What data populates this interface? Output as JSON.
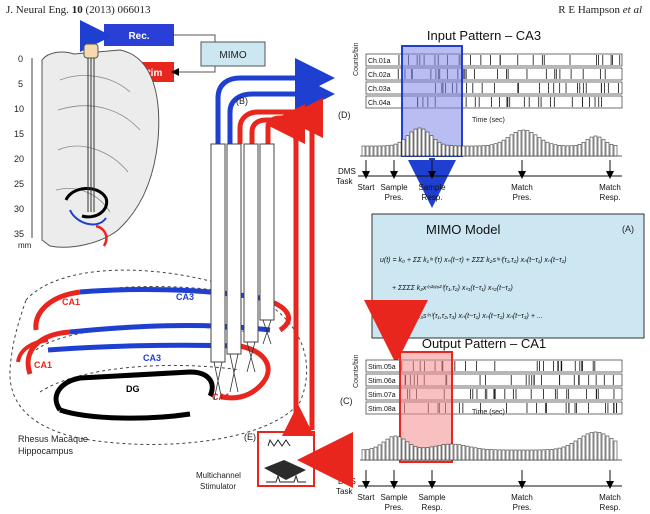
{
  "header": {
    "journal": "J. Neural Eng.",
    "volume": "10",
    "year_article": "(2013) 066013",
    "authors": "R E Hampson",
    "etal": "et al"
  },
  "boxes": {
    "rec": "Rec.",
    "predstim": "Pred/Stim",
    "mimo": "MIMO"
  },
  "atlas": {
    "depth_ticks": [
      "0",
      "5",
      "10",
      "15",
      "20",
      "25",
      "30",
      "35"
    ],
    "unit": "mm"
  },
  "hippocampus": {
    "labels": {
      "ca1_a": "CA1",
      "ca3_a": "CA3",
      "ca1_b": "CA1",
      "ca3_b": "CA3",
      "ca1_c": "CA1",
      "dg": "DG"
    },
    "caption_line1": "Rhesus Macaque",
    "caption_line2": "Hippocampus"
  },
  "panels": {
    "a": "(A)",
    "b": "(B)",
    "c": "(C)",
    "d": "(D)",
    "e": "(E)"
  },
  "input": {
    "title": "Input Pattern – CA3",
    "counts_label": "Counts/bin",
    "channels": [
      "Ch.01a",
      "Ch.02a",
      "Ch.03a",
      "Ch.04a"
    ],
    "time_label": "Time (sec)"
  },
  "output": {
    "title": "Output Pattern – CA1",
    "counts_label": "Counts/bin",
    "channels": [
      "Stim.05a",
      "Stim.06a",
      "Stim.07a",
      "Stim.08a"
    ],
    "time_label": "Time (sec)"
  },
  "task": {
    "label_1": "DMS",
    "label_2": "Task",
    "events": [
      {
        "l1": "Start",
        "l2": ""
      },
      {
        "l1": "Sample",
        "l2": "Pres."
      },
      {
        "l1": "Sample",
        "l2": "Resp."
      },
      {
        "l1": "Match",
        "l2": "Pres."
      },
      {
        "l1": "Match",
        "l2": "Resp."
      }
    ]
  },
  "mimo_model": {
    "title": "MIMO Model",
    "eq_line1": "u(t) = k₀ + ΣΣ k₁⁽ⁿ⁾(τ) xₙ(t−τ) + ΣΣΣ k₂s⁽ⁿ⁾(τ₁,τ₂) xₙ(t−τ₁) xₙ(t−τ₂)",
    "eq_line2": "+ ΣΣΣΣ k₂x⁽ⁿ¹ʷⁿ²⁾(τ₁,τ₂) xₙ₁(t−τ₁) xₙ₂(t−τ₂)",
    "eq_line3": "+ ΣΣΣΣ k₃s⁽ⁿ⁾(τ₁,τ₂,τ₃) xₙ(t−τ₁) xₙ(t−τ₂) xₙ(t−τ₃) + ..."
  },
  "stimulator": {
    "line1": "Multichannel",
    "line2": "Stimulator"
  },
  "colors": {
    "blue": "#1f3fd0",
    "red": "#e8261e",
    "mimo_fill": "#cce6f2",
    "input_highlight": "#7f86e8",
    "output_highlight": "#f28c8c"
  }
}
